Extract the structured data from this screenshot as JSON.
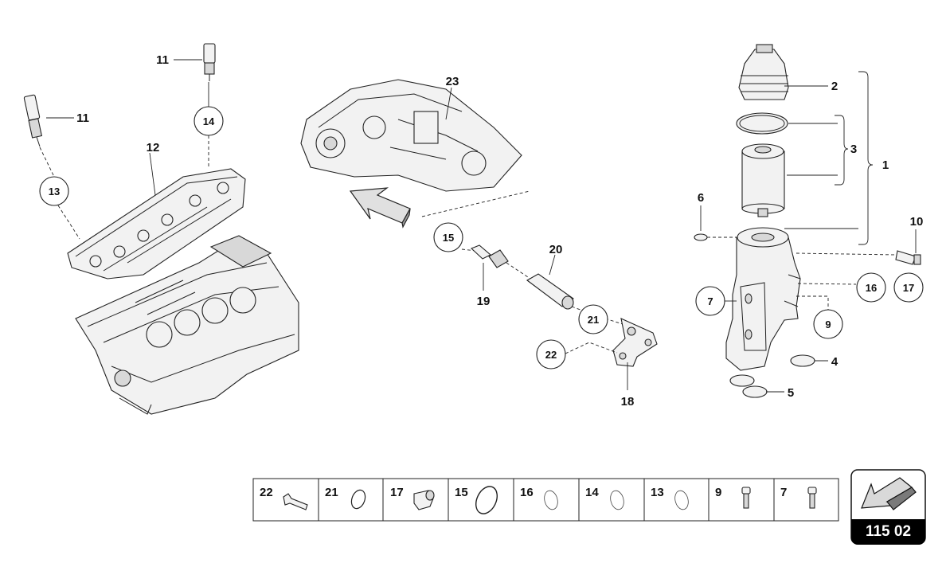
{
  "labels": {
    "l1": "1",
    "l2": "2",
    "l3": "3",
    "l4": "4",
    "l5": "5",
    "l6": "6",
    "l10": "10",
    "l11a": "11",
    "l11b": "11",
    "l12": "12",
    "l18": "18",
    "l19": "19",
    "l20": "20",
    "l23": "23"
  },
  "callouts": {
    "c7": "7",
    "c9": "9",
    "c13": "13",
    "c14": "14",
    "c15": "15",
    "c16": "16",
    "c17": "17",
    "c21": "21",
    "c22": "22"
  },
  "legend": [
    "22",
    "21",
    "17",
    "15",
    "16",
    "14",
    "13",
    "9",
    "7"
  ],
  "badge": {
    "label": "115 02"
  }
}
